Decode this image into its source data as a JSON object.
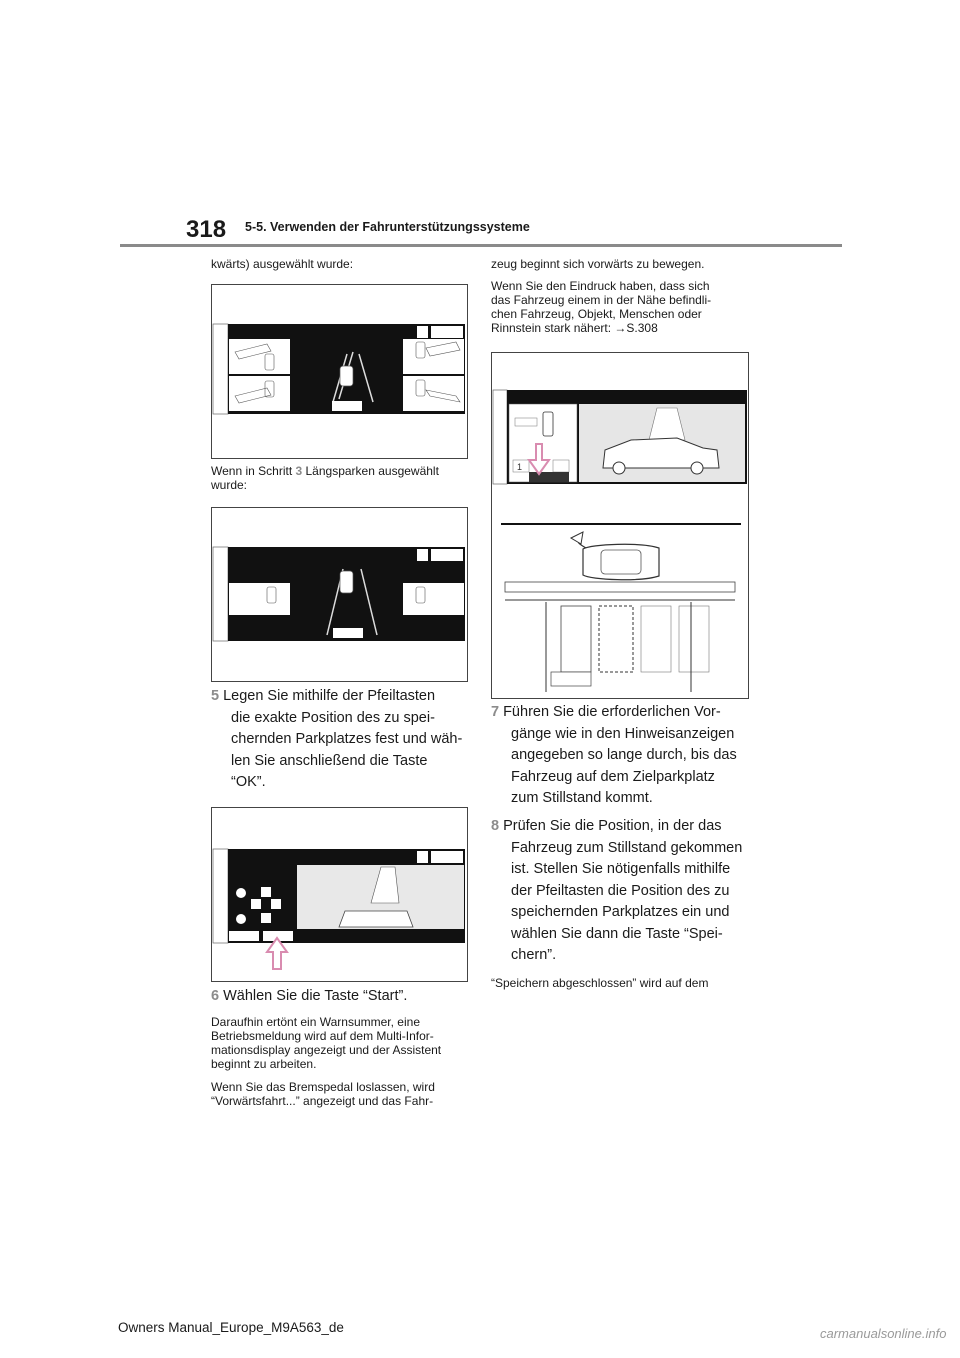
{
  "header": {
    "page_number": "318",
    "section_title": "5-5. Verwenden der Fahrunterstützungssysteme"
  },
  "left": {
    "intro": "kwärts) ausgewählt wurde:",
    "caption_parallel": [
      "Wenn in Schritt ",
      "3",
      " Längsparken ausgewählt",
      "wurde:"
    ],
    "step5": {
      "number": "5",
      "lines": [
        "Legen Sie mithilfe der Pfeiltasten",
        "die exakte Position des zu spei-",
        "chernden Parkplatzes fest und wäh-",
        "len Sie anschließend die Taste",
        "“OK”."
      ]
    },
    "step6": {
      "number": "6",
      "text": "Wählen Sie die Taste “Start”."
    },
    "para1": [
      "Daraufhin ertönt ein Warnsummer, eine",
      "Betriebsmeldung wird auf dem Multi-Infor-",
      "mationsdisplay angezeigt und der Assistent",
      "beginnt zu arbeiten."
    ],
    "para2": [
      "Wenn Sie das Bremspedal loslassen, wird",
      "“Vorwärtsfahrt...” angezeigt und das Fahr-"
    ]
  },
  "right": {
    "para1": "zeug beginnt sich vorwärts zu bewegen.",
    "para2": [
      "Wenn Sie den Eindruck haben, dass sich",
      "das Fahrzeug einem in der Nähe befindli-",
      "chen Fahrzeug, Objekt, Menschen oder",
      "Rinnstein stark nähert: "
    ],
    "para2_ref_arrow": "→",
    "para2_ref": "S.308",
    "screen_digit": "1",
    "step7": {
      "number": "7",
      "lines": [
        "Führen Sie die erforderlichen Vor-",
        "gänge wie in den Hinweisanzeigen",
        "angegeben so lange durch, bis das",
        "Fahrzeug auf dem Zielparkplatz",
        "zum Stillstand kommt."
      ]
    },
    "step8": {
      "number": "8",
      "lines": [
        "Prüfen Sie die Position, in der das",
        "Fahrzeug zum Stillstand gekommen",
        "ist. Stellen Sie nötigenfalls mithilfe",
        "der Pfeiltasten die Position des zu",
        "speichernden Parkplatzes ein und",
        "wählen Sie dann die Taste “Spei-",
        "chern”."
      ]
    },
    "para3": "“Speichern abgeschlossen” wird auf dem"
  },
  "footer": {
    "text": "Owners Manual_Europe_M9A563_de",
    "watermark": "carmanualsonline.info"
  },
  "colors": {
    "screen": "#111111",
    "step_number": "#8c8c8c",
    "highlight_arrow": "#d98cb0"
  }
}
